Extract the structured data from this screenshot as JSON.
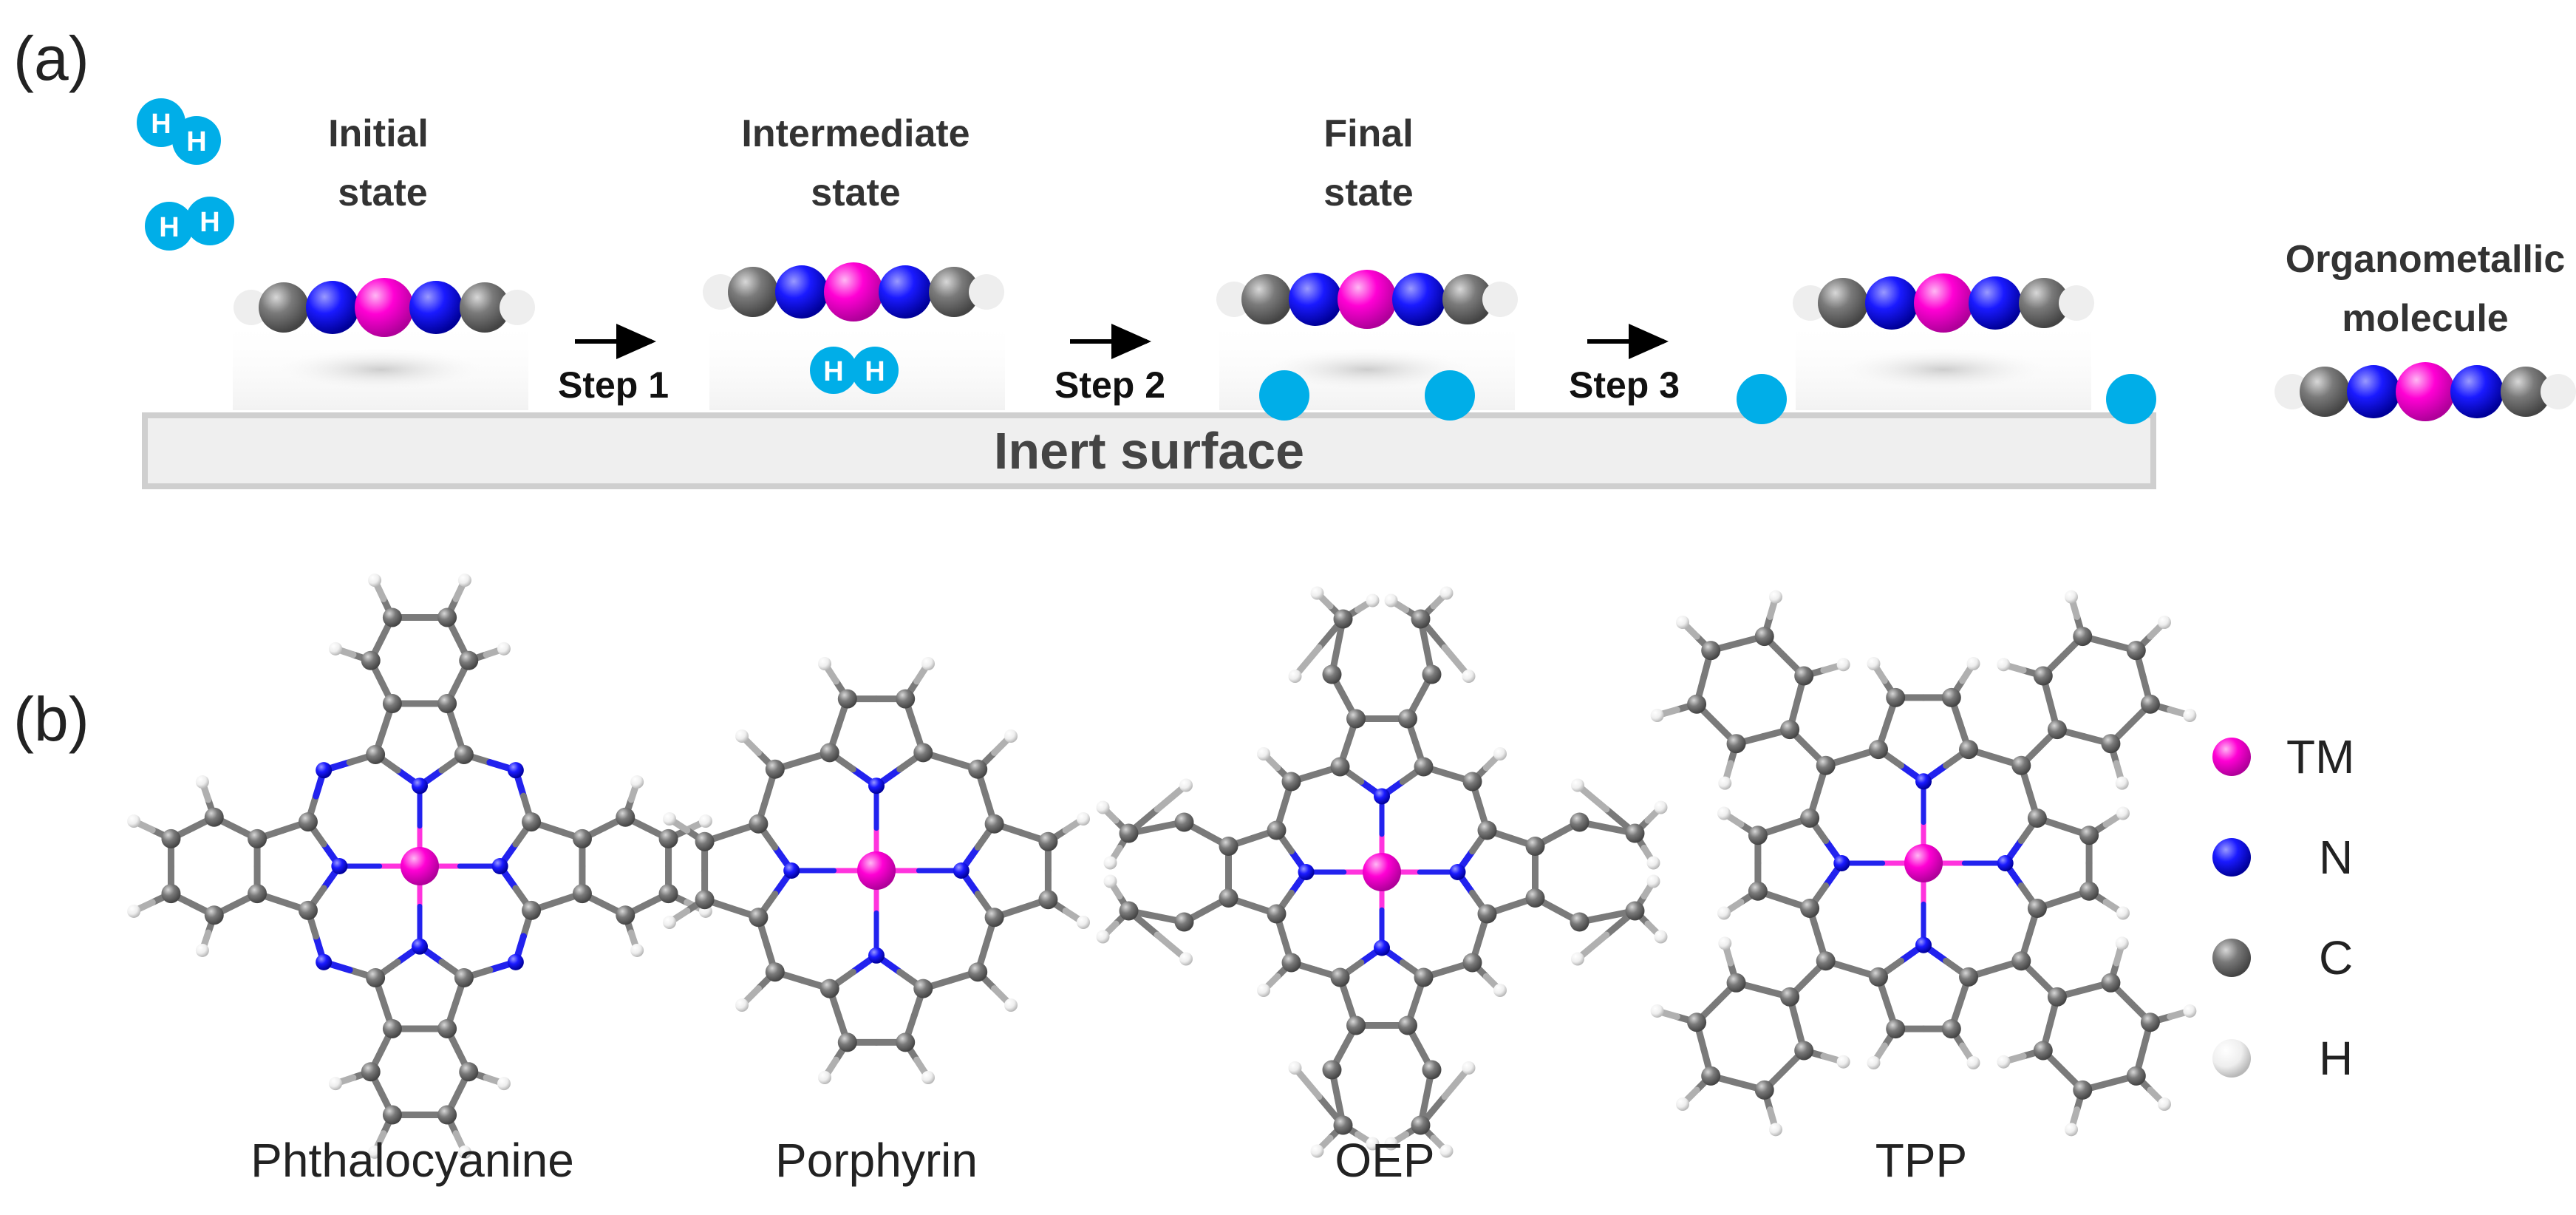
{
  "panel_a": {
    "label": "(a)",
    "states": {
      "initial_line1": "Initial",
      "initial_line2": "state",
      "intermediate_line1": "Intermediate",
      "intermediate_line2": "state",
      "final_line1": "Final",
      "final_line2": "state"
    },
    "steps": [
      "Step 1",
      "Step 2",
      "Step 3"
    ],
    "surface": "Inert surface",
    "organometallic_line1": "Organometallic",
    "organometallic_line2": "molecule",
    "h_symbol": "H"
  },
  "panel_b": {
    "label": "(b)",
    "molecules": [
      "Phthalocyanine",
      "Porphyrin",
      "OEP",
      "TPP"
    ]
  },
  "legend": [
    {
      "symbol": "TM",
      "color": "#ff00d4"
    },
    {
      "symbol": "N",
      "color": "#1a1aff"
    },
    {
      "symbol": "C",
      "color": "#7a7a7a"
    },
    {
      "symbol": "H",
      "color": "#ececec"
    }
  ],
  "colors": {
    "tm": "#ff00d4",
    "n": "#1a1aff",
    "c": "#7a7a7a",
    "h_atom": "#ececec",
    "hydrogen_blue": "#00aee8",
    "surface_fill": "#efefef",
    "surface_border": "#cfcfcf"
  }
}
